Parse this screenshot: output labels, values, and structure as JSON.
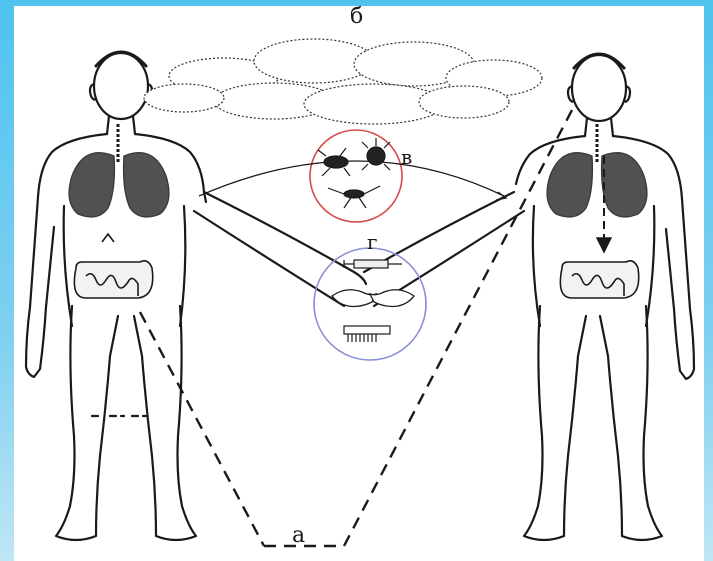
{
  "labels": {
    "b": "б",
    "v": "в",
    "g": "г",
    "a": "а"
  },
  "colors": {
    "frame": "#4fc3ef",
    "circle_v": "#d64b4b",
    "circle_g": "#8a8fd6",
    "ink": "#1a1a1a"
  },
  "icons": [
    "cloud-icon",
    "insects-icon",
    "syringe-icon",
    "hands-icon",
    "comb-icon",
    "lungs-icon",
    "intestine-icon"
  ]
}
